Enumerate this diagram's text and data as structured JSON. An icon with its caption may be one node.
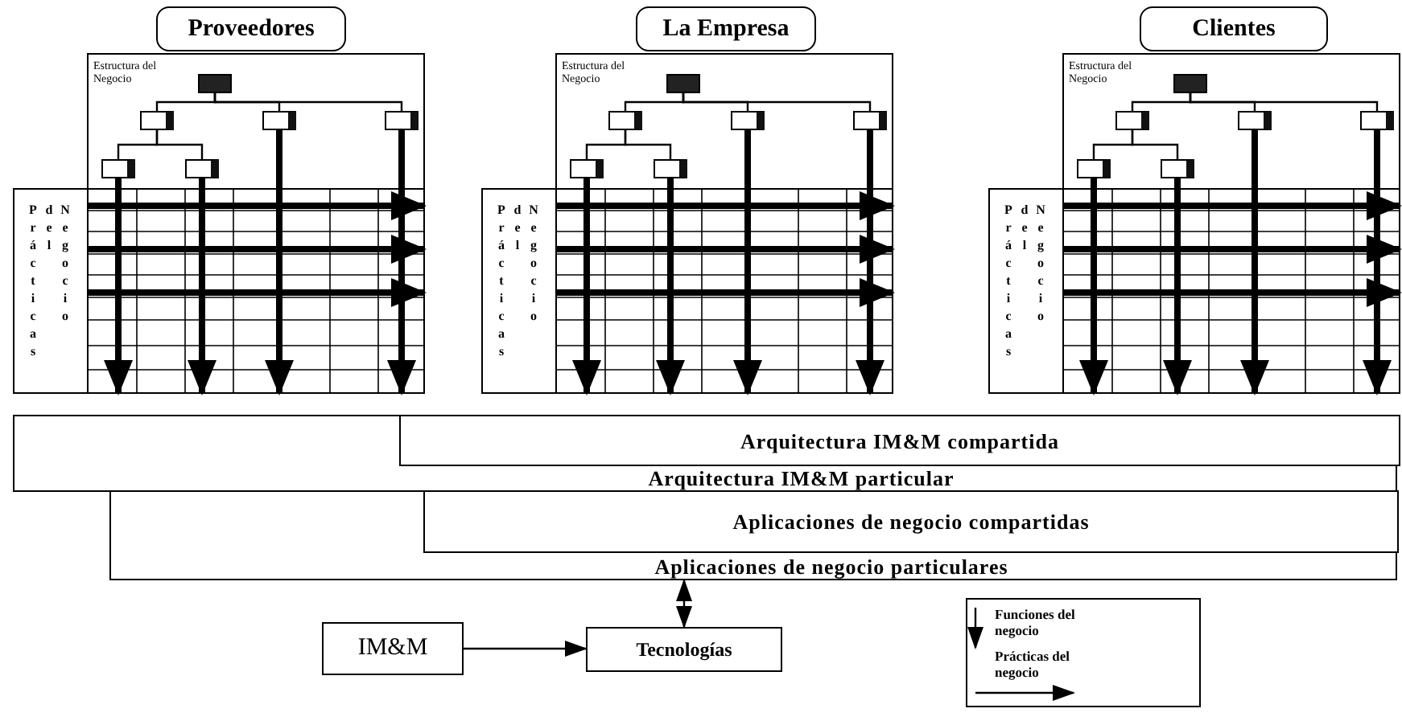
{
  "diagram": {
    "nodes": [
      {
        "text": [
          "Proveedores"
        ]
      },
      {
        "text": [
          "Estructura del Negocio"
        ]
      },
      {
        "text": [],
        "shape": "box",
        "in": 1
      },
      {
        "text": [],
        "shape": "box",
        "in": 1
      },
      {
        "text": [],
        "shape": "box",
        "in": 1
      },
      {
        "text": [],
        "shape": "box",
        "in": 1
      },
      {
        "text": [],
        "shape": "box",
        "in": 1
      },
      {
        "text": [],
        "shape": "box",
        "in": 1
      },
      {
        "text": [],
        "shape": "grid",
        "in": 1
      },
      {
        "text": [
          "Prácticas del Negocio"
        ]
      },
      {
        "text": [
          "La Empresa"
        ]
      },
      {
        "text": [
          "Estructura del Negocio"
        ]
      },
      {
        "text": [],
        "shape": "box",
        "in": 11
      },
      {
        "text": [],
        "shape": "box",
        "in": 11
      },
      {
        "text": [],
        "shape": "box",
        "in": 11
      },
      {
        "text": [],
        "shape": "box",
        "in": 11
      },
      {
        "text": [],
        "shape": "box",
        "in": 11
      },
      {
        "text": [],
        "shape": "box",
        "in": 11
      },
      {
        "text": [],
        "shape": "grid",
        "in": 11
      },
      {
        "text": [
          "Prácticas del Negocio"
        ]
      },
      {
        "text": [
          "Clientes"
        ]
      },
      {
        "text": [
          "Estructura del Negocio"
        ]
      },
      {
        "text": [],
        "shape": "box",
        "in": 21
      },
      {
        "text": [],
        "shape": "box",
        "in": 21
      },
      {
        "text": [],
        "shape": "box",
        "in": 21
      },
      {
        "text": [],
        "shape": "box",
        "in": 21
      },
      {
        "text": [],
        "shape": "box",
        "in": 21
      },
      {
        "text": [],
        "shape": "box",
        "in": 21
      },
      {
        "text": [],
        "shape": "grid",
        "in": 21
      },
      {
        "text": [
          "Prácticas del Negocio"
        ]
      },
      {
        "text": [
          "Arquitectura IM&M particular"
        ]
      },
      {
        "text": [
          "Arquitectura IM&M compartida"
        ],
        "in": 30
      },
      {
        "text": [
          "Aplicaciones de negocio particulares"
        ]
      },
      {
        "text": [
          "Aplicaciones de negocio compartidas"
        ],
        "in": 32
      },
      {
        "text": [
          "IM&M"
        ]
      },
      {
        "text": [
          "Tecnologías"
        ]
      }
    ],
    "edges": [
      {
        "from": 2,
        "to": 3,
        "arrow": "none"
      },
      {
        "from": 2,
        "to": 4,
        "arrow": "none"
      },
      {
        "from": 2,
        "to": 5,
        "arrow": "none"
      },
      {
        "from": 3,
        "to": 6,
        "arrow": "none"
      },
      {
        "from": 3,
        "to": 7,
        "arrow": "none"
      },
      {
        "from": 6,
        "to": 8,
        "arrow": "to"
      },
      {
        "from": 7,
        "to": 8,
        "arrow": "to"
      },
      {
        "from": 4,
        "to": 8,
        "arrow": "to"
      },
      {
        "from": 5,
        "to": 8,
        "arrow": "to"
      },
      {
        "from": 9,
        "to": 8,
        "arrow": "to"
      },
      {
        "from": 9,
        "to": 8,
        "arrow": "to"
      },
      {
        "from": 9,
        "to": 8,
        "arrow": "to"
      },
      {
        "from": 12,
        "to": 13,
        "arrow": "none"
      },
      {
        "from": 12,
        "to": 14,
        "arrow": "none"
      },
      {
        "from": 12,
        "to": 15,
        "arrow": "none"
      },
      {
        "from": 13,
        "to": 16,
        "arrow": "none"
      },
      {
        "from": 13,
        "to": 17,
        "arrow": "none"
      },
      {
        "from": 16,
        "to": 18,
        "arrow": "to"
      },
      {
        "from": 17,
        "to": 18,
        "arrow": "to"
      },
      {
        "from": 14,
        "to": 18,
        "arrow": "to"
      },
      {
        "from": 15,
        "to": 18,
        "arrow": "to"
      },
      {
        "from": 19,
        "to": 18,
        "arrow": "to"
      },
      {
        "from": 19,
        "to": 18,
        "arrow": "to"
      },
      {
        "from": 19,
        "to": 18,
        "arrow": "to"
      },
      {
        "from": 22,
        "to": 23,
        "arrow": "none"
      },
      {
        "from": 22,
        "to": 24,
        "arrow": "none"
      },
      {
        "from": 22,
        "to": 25,
        "arrow": "none"
      },
      {
        "from": 23,
        "to": 26,
        "arrow": "none"
      },
      {
        "from": 23,
        "to": 27,
        "arrow": "none"
      },
      {
        "from": 26,
        "to": 28,
        "arrow": "to"
      },
      {
        "from": 27,
        "to": 28,
        "arrow": "to"
      },
      {
        "from": 24,
        "to": 28,
        "arrow": "to"
      },
      {
        "from": 25,
        "to": 28,
        "arrow": "to"
      },
      {
        "from": 29,
        "to": 28,
        "arrow": "to"
      },
      {
        "from": 29,
        "to": 28,
        "arrow": "to"
      },
      {
        "from": 29,
        "to": 28,
        "arrow": "to"
      },
      {
        "from": 32,
        "to": 35,
        "arrow": "both"
      },
      {
        "from": 34,
        "to": 35,
        "arrow": "to"
      }
    ],
    "legend": [
      {
        "text": "Funciones del negocio"
      },
      {
        "text": "Prácticas del negocio"
      }
    ]
  }
}
